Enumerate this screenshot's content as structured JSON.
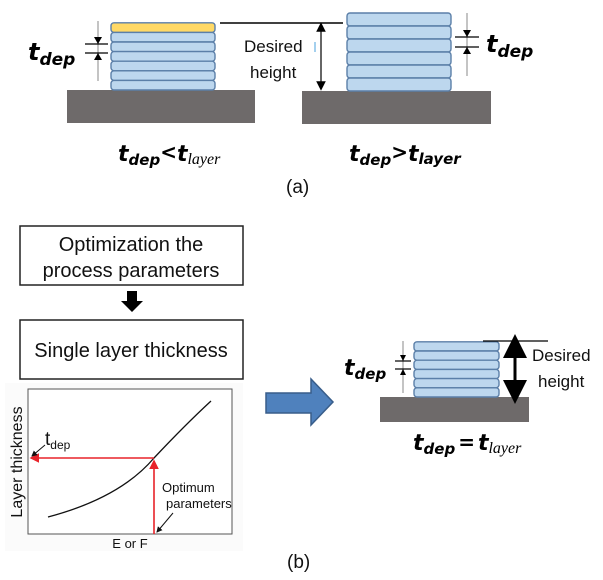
{
  "panel_a": {
    "label": "(a)",
    "left": {
      "tdep_label_main": "t",
      "tdep_label_sub": "dep",
      "relation": {
        "lhs_main": "t",
        "lhs_sub": "dep",
        "op": "<",
        "rhs_main": "t",
        "rhs_sub": "layer"
      },
      "blue_layers": 6,
      "overshoot_layer_color": "#FFD966"
    },
    "right": {
      "tdep_label_main": "t",
      "tdep_label_sub": "dep",
      "relation": {
        "lhs_main": "t",
        "lhs_sub": "dep",
        "op": ">",
        "rhs_main": "t",
        "rhs_sub": "layer"
      },
      "blue_layers": 6
    },
    "desired_height": {
      "line1": "Desired",
      "line2": "height"
    }
  },
  "panel_b": {
    "label": "(b)",
    "flow": {
      "box1": {
        "line1": "Optimization the",
        "line2": "process parameters"
      },
      "box2": {
        "text": "Single layer thickness"
      }
    },
    "plot": {
      "ylabel": "Layer thickness",
      "xlabel": "E or F",
      "tdep_main": "t",
      "tdep_sub": "dep",
      "annotation_line1": "Optimum",
      "annotation_line2": "parameters"
    },
    "result": {
      "tdep_label_main": "t",
      "tdep_label_sub": "dep",
      "blue_layers": 6,
      "desired_height": {
        "line1": "Desired",
        "line2": "height"
      },
      "relation": {
        "lhs_main": "t",
        "lhs_sub": "dep",
        "op": "=",
        "rhs_main": "t",
        "rhs_sub": "layer"
      }
    }
  },
  "colors": {
    "layer_fill": "#BDD7EE",
    "layer_stroke": "#5B7FA8",
    "substrate": "#6E6A6A",
    "arrow_fill": "#4F81BD",
    "arrow_stroke": "#385D8A",
    "red": "#E8232A"
  }
}
